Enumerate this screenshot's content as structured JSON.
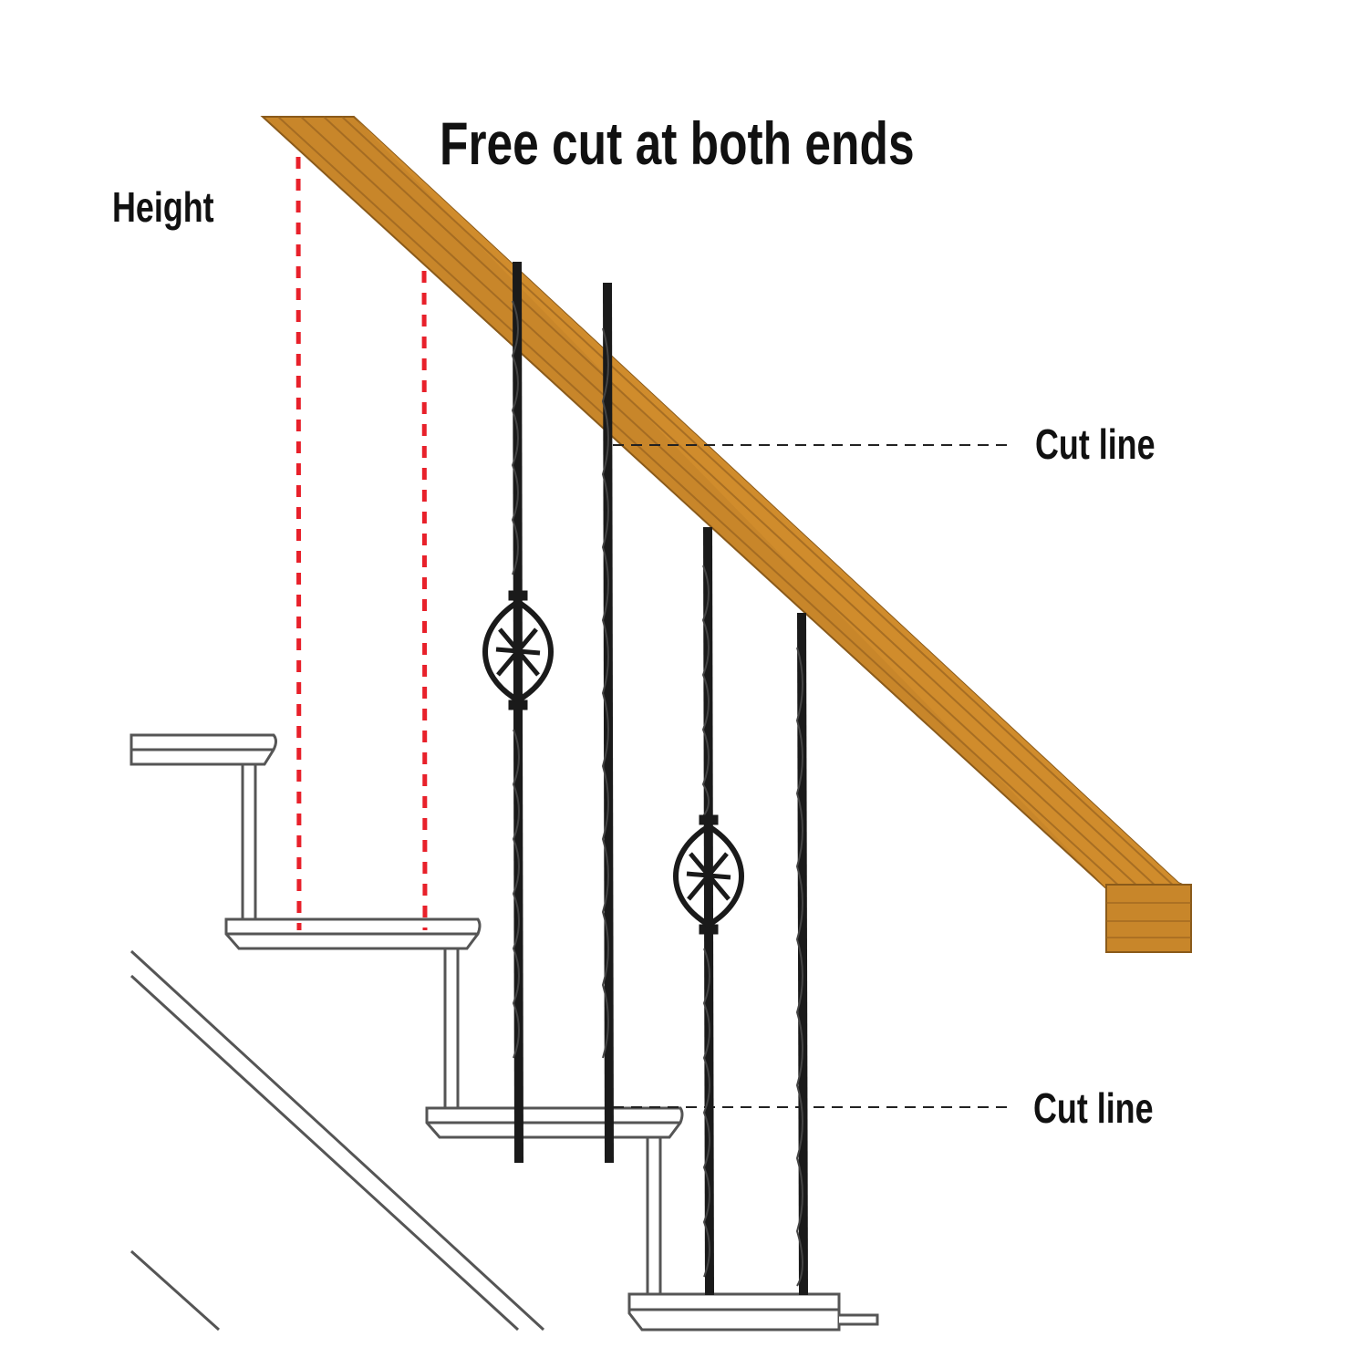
{
  "title": "Free cut at both ends",
  "labels": {
    "height": "Height",
    "cut_line_top": "Cut line",
    "cut_line_bottom": "Cut line"
  },
  "colors": {
    "handrail": "#C8862A",
    "handrail_edge": "#8A5A1A",
    "measure_line": "#E8202A",
    "baluster": "#1A1A1A",
    "stair_outline": "#555555"
  }
}
